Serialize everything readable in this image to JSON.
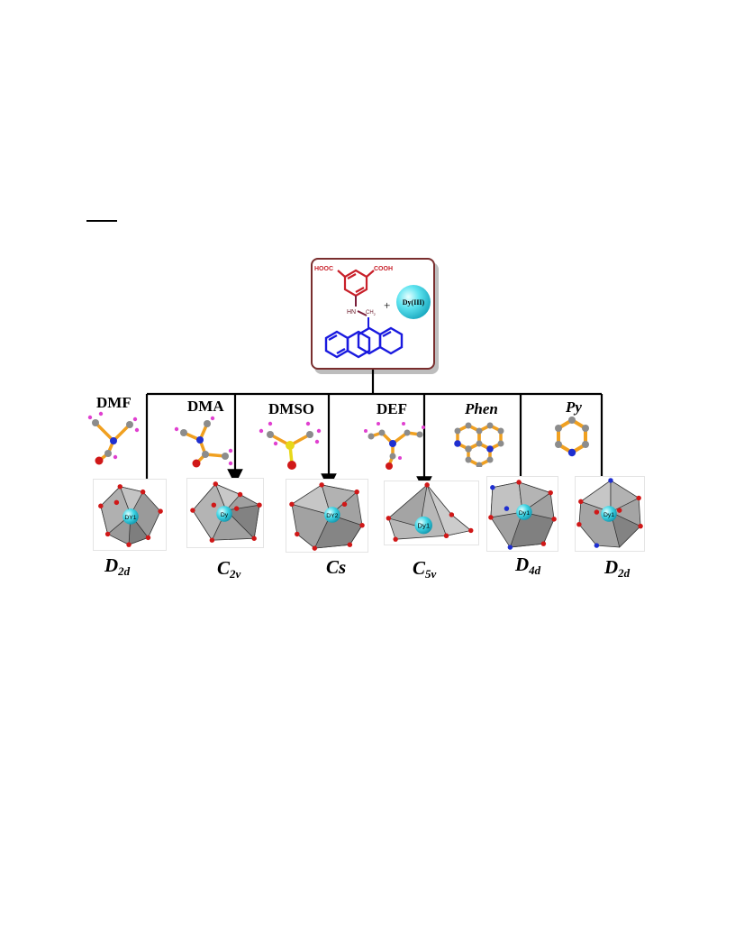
{
  "center": {
    "ligand_left_group": "HOOC",
    "ligand_right_group": "COOH",
    "amine_label": "HN",
    "methylene_label": "CH",
    "methylene_subscript": "2",
    "plus": "+",
    "metal_label": "Dy(III)"
  },
  "branches": [
    {
      "solvent": "DMF",
      "italic": false,
      "center_atom": "DY1",
      "symmetry_main": "D",
      "symmetry_sub": "2d"
    },
    {
      "solvent": "DMA",
      "italic": false,
      "center_atom": "Dy",
      "symmetry_main": "C",
      "symmetry_sub": "2v"
    },
    {
      "solvent": "DMSO",
      "italic": false,
      "center_atom": "DY2",
      "symmetry_main": "Cs",
      "symmetry_sub": ""
    },
    {
      "solvent": "DEF",
      "italic": false,
      "center_atom": "Dy1",
      "symmetry_main": "C",
      "symmetry_sub": "5v"
    },
    {
      "solvent": "Phen",
      "italic": true,
      "center_atom": "Dy1",
      "symmetry_main": "D",
      "symmetry_sub": "4d"
    },
    {
      "solvent": "Py",
      "italic": true,
      "center_atom": "Dy1",
      "symmetry_main": "D",
      "symmetry_sub": "2d"
    }
  ],
  "colors": {
    "ligand_ring_top": "#c8202a",
    "anthracene": "#1a1adf",
    "box_border": "#7a2e2e",
    "dy_sphere": "#40d6e6",
    "oxygen": "#d01818",
    "nitrogen": "#1f2fd0",
    "bond": "#f0a020",
    "carbon": "#8c8c8c",
    "hydrogen": "#e040d0",
    "sulfur": "#e8d81a",
    "polyhedron": "#9a9a9a"
  }
}
